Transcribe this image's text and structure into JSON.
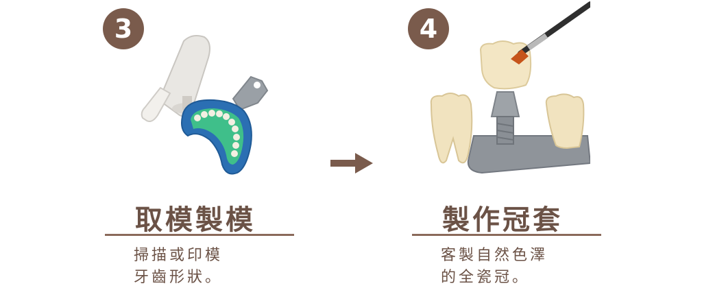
{
  "steps": [
    {
      "number": "3",
      "title": "取模製模",
      "description": [
        "掃描或印模",
        "牙齒形狀。"
      ],
      "icon": "scanner-and-impression-tray-icon"
    },
    {
      "number": "4",
      "title": "製作冠套",
      "description": [
        "客製自然色澤",
        "的全瓷冠。"
      ],
      "icon": "crown-on-implant-icon"
    }
  ],
  "arrow_icon": "arrow-right-icon",
  "colors": {
    "accent": "#7a5b4c",
    "text": "#6b5246",
    "divider": "#8a6a5a",
    "tray": "#2b6fb3",
    "impression": "#3fbf8a"
  }
}
